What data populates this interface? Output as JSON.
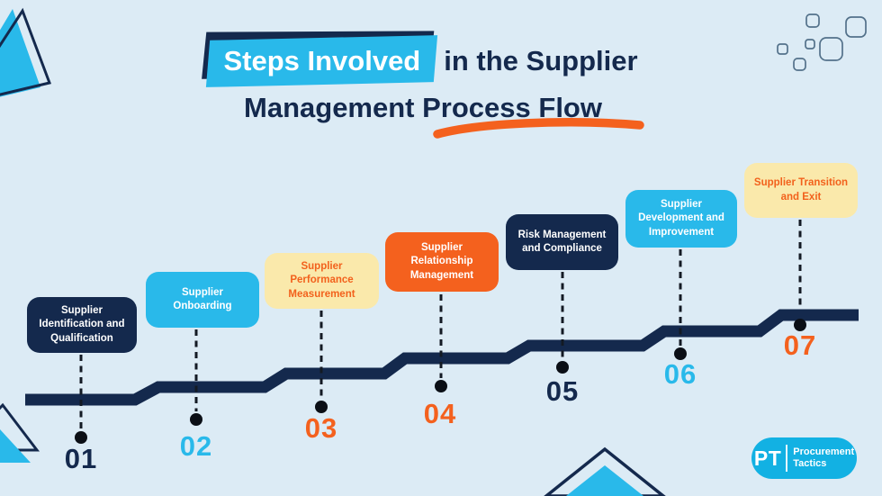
{
  "title": {
    "highlight": "Steps Involved",
    "line1_rest": "in the Supplier",
    "line2_pre": "Management ",
    "line2_underlined": "Process Flow"
  },
  "steps": [
    {
      "num": "01",
      "label": "Supplier Identification and Qualification",
      "color_style": "navy"
    },
    {
      "num": "02",
      "label": "Supplier Onboarding",
      "color_style": "blue"
    },
    {
      "num": "03",
      "label": "Supplier Performance Measurement",
      "color_style": "cream"
    },
    {
      "num": "04",
      "label": "Supplier Relationship Management",
      "color_style": "orange"
    },
    {
      "num": "05",
      "label": "Risk Management and Compliance",
      "color_style": "navy"
    },
    {
      "num": "06",
      "label": "Supplier Development and Improvement",
      "color_style": "blue"
    },
    {
      "num": "07",
      "label": "Supplier Transition and Exit",
      "color_style": "cream"
    }
  ],
  "logo": {
    "abbr": "PT",
    "name_line1": "Procurement",
    "name_line2": "Tactics"
  },
  "colors": {
    "background": "#dcebf5",
    "navy": "#14294d",
    "light_blue": "#29b9ea",
    "orange": "#f4611e",
    "cream": "#fae9ab",
    "logo_blue": "#12b1e3"
  }
}
